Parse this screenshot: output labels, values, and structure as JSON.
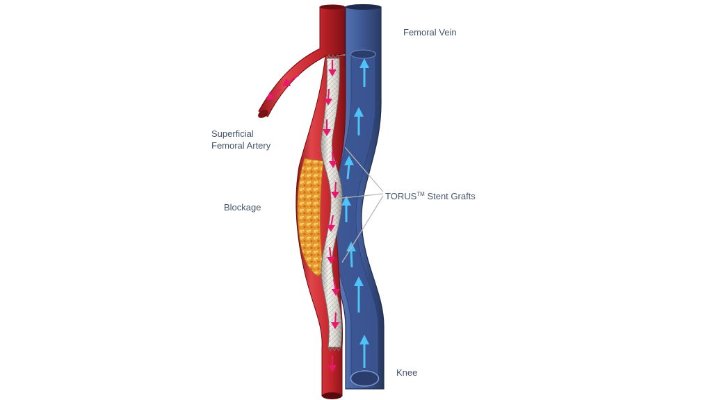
{
  "labels": {
    "femoral_vein": "Femoral Vein",
    "sfa_line1": "Superficial",
    "sfa_line2": "Femoral Artery",
    "blockage": "Blockage",
    "stent_grafts_name": "TORUS",
    "stent_grafts_tm": "TM",
    "stent_grafts_rest": " Stent Grafts",
    "knee": "Knee"
  },
  "colors": {
    "artery": "#c8242c",
    "vein": "#3e5d9c",
    "blockage": "#e99a2e",
    "stent": "#d9d6cf",
    "arterial_flow_arrow": "#e8196b",
    "venous_flow_arrow": "#4fc3f7",
    "label_text": "#44546a",
    "leader_line": "#b8b8b8"
  },
  "icons": {
    "arterial_arrow": "pink-down-arrow-icon",
    "venous_arrow": "blue-up-arrow-icon"
  }
}
